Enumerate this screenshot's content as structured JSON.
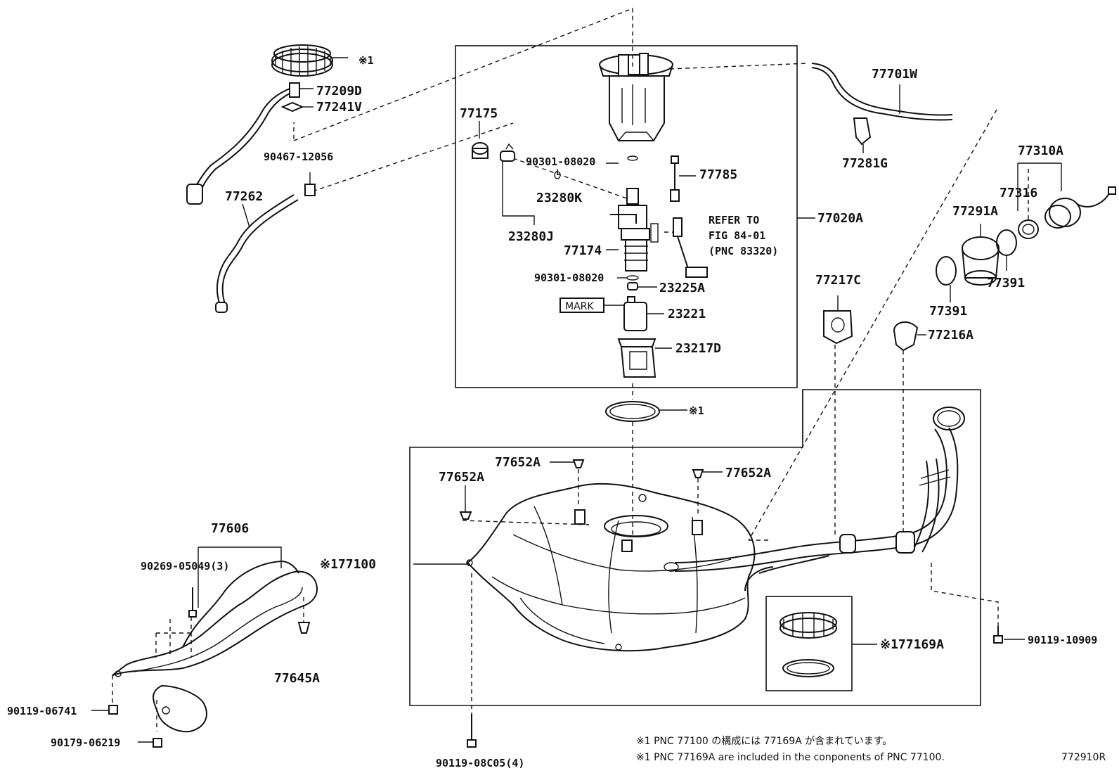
{
  "diagram": {
    "id": "772910R",
    "labels": {
      "p77209D": "77209D",
      "p77241V": "77241V",
      "p90467": "90467-12056",
      "p77262": "77262",
      "p77175": "77175",
      "p90301a": "90301-08020",
      "p23280K": "23280K",
      "p23280J": "23280J",
      "p77174": "77174",
      "p90301b": "90301-08020",
      "p23225A": "23225A",
      "mark": "MARK",
      "p23221": "23221",
      "p23217D": "23217D",
      "p77785": "77785",
      "refer1": "REFER TO",
      "refer2": "FIG 84-01",
      "refer3": "(PNC 83320)",
      "p77020A": "77020A",
      "p77701W": "77701W",
      "p77281G": "77281G",
      "p77310A": "77310A",
      "p77316": "77316",
      "p77291A": "77291A",
      "p77391a": "77391",
      "p77391b": "77391",
      "p77217C": "77217C",
      "p77216A": "77216A",
      "ref1top": "※1",
      "ref1ring": "※1",
      "p77652a": "77652A",
      "p77652b": "77652A",
      "p77652c": "77652A",
      "p77100": "※177100",
      "p77169A": "※177169A",
      "p90119_10909": "90119-10909",
      "p77606": "77606",
      "p90269": "90269-05049(3)",
      "p77645A": "77645A",
      "p90119_06741": "90119-06741",
      "p90179": "90179-06219",
      "p90119_08C05": "90119-08C05(4)"
    },
    "notes": {
      "jp": "※1 PNC 77100 の構成には 77169A が含まれています。",
      "en": "※1 PNC 77169A are included in the conponents of PNC 77100."
    }
  }
}
